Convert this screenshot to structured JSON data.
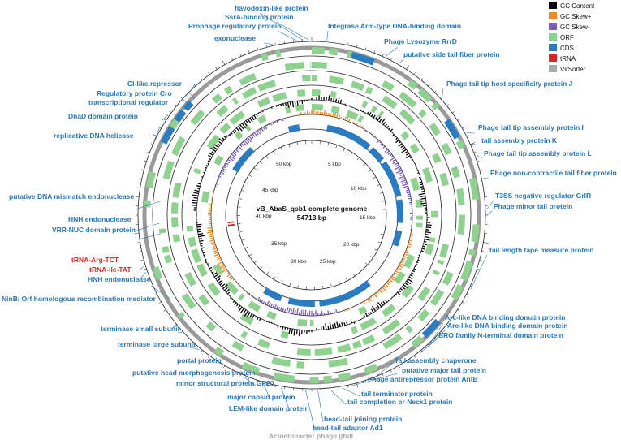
{
  "map": {
    "center_title": "vB_AbaS_qsb1 complete genome",
    "center_length": "54713 bp",
    "bottom_label": "Acinetobacter phage ||full",
    "kbp_ticks": [
      "5 kbp",
      "10 kbp",
      "15 kbp",
      "20 kbp",
      "25 kbp",
      "30 kbp",
      "35 kbp",
      "40 kbp",
      "45 kbp",
      "50 kbp"
    ]
  },
  "legend": [
    {
      "label": "GC Content",
      "color": "#000000"
    },
    {
      "label": "GC Skew+",
      "color": "#f08a24"
    },
    {
      "label": "GC Skew-",
      "color": "#7b5cb8"
    },
    {
      "label": "ORF",
      "color": "#8fd18f"
    },
    {
      "label": "CDS",
      "color": "#2a7bbf"
    },
    {
      "label": "tRNA",
      "color": "#d62728"
    },
    {
      "label": "VirSorter",
      "color": "#aaaaaa"
    }
  ],
  "labels": [
    "flavodoxin-like protein",
    "SsrA-binding protein",
    "Prophage regulatory protein",
    "exonuclease",
    "Integrase Arm-type DNA-binding domain",
    "Phage Lysozyme RrrD",
    "putative side tail fiber protein",
    "CI-like repressor",
    "Regulatory protein Cro",
    "transcriptional regulator",
    "DnaD domain protein",
    "replicative DNA helicase",
    "Phage tail tip host specificity protein J",
    "Phage tail tip assembly protein I",
    "tail assembly protein K",
    "Phage tail tip assembly protein L",
    "Phage non-contractile tail fiber protein",
    "putative DNA mismatch endonuclease",
    "HNH endonuclease",
    "VRR-NUC domain protein",
    "T3SS negative regulator GrlR",
    "Phage minor tail protein",
    "tail length tape measure protein",
    "tRNA-Arg-TCT",
    "tRNA-Ile-TAT",
    "HNH endonuclease",
    "NinB/ Orf homologous recombination mediator",
    "Arc-like DNA binding domain protein",
    "Arc-like DNA binding domain protein",
    "BRO family N-terminal domain protein",
    "terminase small subunit",
    "terminase large subunit",
    "portal protein",
    "putative head morphogenesis protein",
    "minor structural protein GP20",
    "major capsid protein",
    "LEM-like domain protein",
    "head-tail joining protein",
    "head-tail adaptor Ad1",
    "Tail assembly chaperone",
    "putative major tail protein",
    "Phage antirepressor protein AntB",
    "tail terminator protein",
    "tail completion or Neck1 protein"
  ]
}
